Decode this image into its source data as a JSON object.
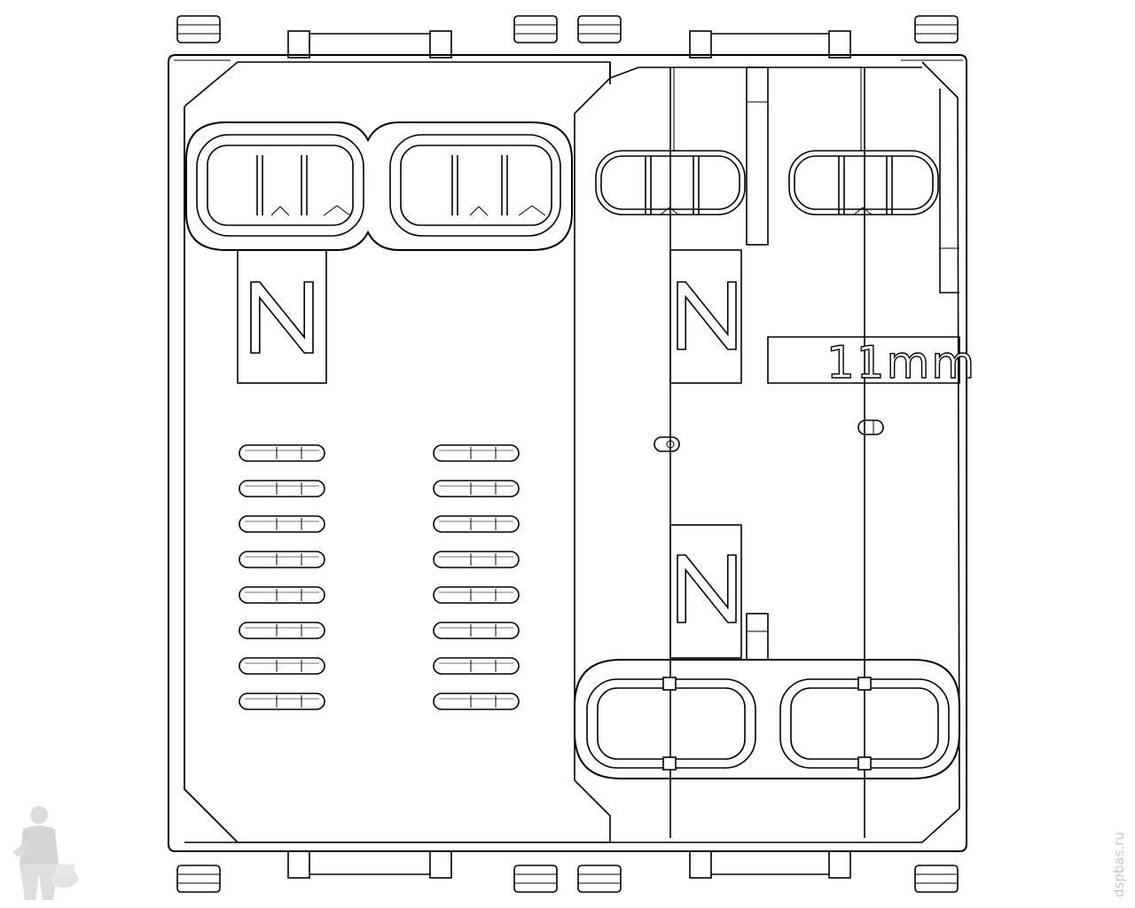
{
  "terminal_letter": "N",
  "terminal_letters": [
    "N",
    "N",
    "N"
  ],
  "wire_strip_label": "11mm",
  "watermark_text": "dspbas.ru",
  "colors": {
    "line": "#000000",
    "background": "#ffffff",
    "watermark": "#c8c8c8"
  },
  "icons": {
    "mascot": "plumber-mascot-icon",
    "slots": "ventilation-slot-icon"
  },
  "ventilation_slots": {
    "columns": 2,
    "rows": 8
  }
}
